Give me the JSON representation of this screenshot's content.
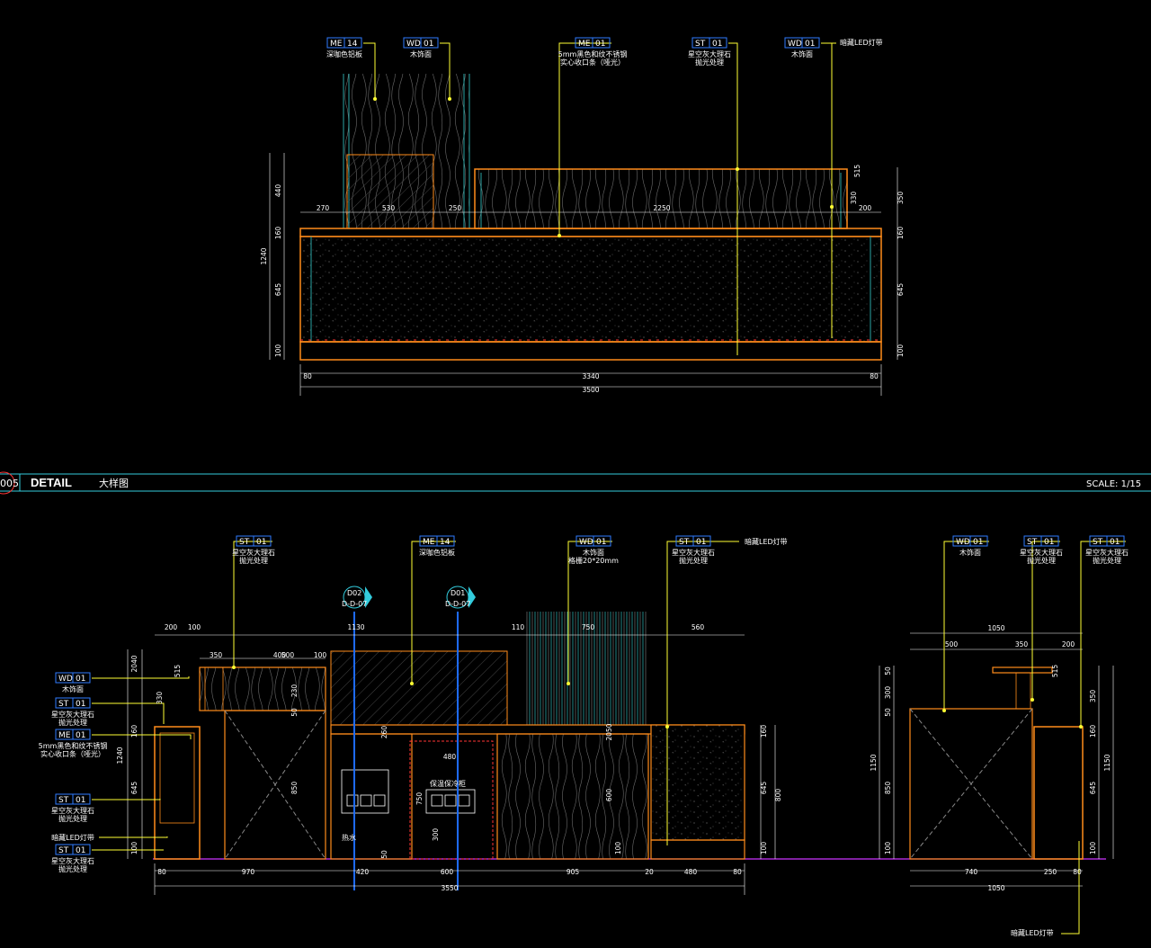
{
  "colors": {
    "background": "#000000",
    "outline": "#ff8c1a",
    "leader": "#ffff33",
    "dimension": "#ffffff",
    "tag_border": "#2f7bff",
    "section_marker": "#33ccdd",
    "floor": "#cc33ff"
  },
  "header": {
    "view_number": "005",
    "title": "DETAIL",
    "subtitle": "大样图",
    "scale": "SCALE: 1/15"
  },
  "top": {
    "callouts": [
      {
        "code": "ME",
        "num": "14",
        "text1": "深咖色铝板",
        "text2": ""
      },
      {
        "code": "WD",
        "num": "01",
        "text1": "木饰面",
        "text2": ""
      },
      {
        "code": "ME",
        "num": "01",
        "text1": "5mm黑色和纹不锈钢",
        "text2": "实心收口条（哑光）"
      },
      {
        "code": "ST",
        "num": "01",
        "text1": "星空灰大理石",
        "text2": "抛光处理"
      },
      {
        "code": "WD",
        "num": "01",
        "text1": "木饰面",
        "text2": ""
      }
    ],
    "led_label": "暗藏LED灯带",
    "dims_top": [
      "270",
      "530",
      "250",
      "2250",
      "200"
    ],
    "dims_left": [
      "440",
      "160",
      "645",
      "100",
      "1240"
    ],
    "dims_right": [
      "350",
      "160",
      "645",
      "100"
    ],
    "dims_small": [
      "330",
      "515"
    ],
    "dims_bottom": [
      "80",
      "3340",
      "80",
      "3500"
    ]
  },
  "bottom_left": {
    "callouts_top": [
      {
        "code": "ST",
        "num": "01",
        "text1": "星空灰大理石",
        "text2": "抛光处理"
      },
      {
        "code": "ME",
        "num": "14",
        "text1": "深咖色铝板",
        "text2": ""
      },
      {
        "code": "WD",
        "num": "01",
        "text1": "木饰面",
        "text2": "格栅20*20mm"
      },
      {
        "code": "ST",
        "num": "01",
        "text1": "星空灰大理石",
        "text2": "抛光处理"
      }
    ],
    "led_label": "暗藏LED灯带",
    "callouts_left": [
      {
        "code": "WD",
        "num": "01",
        "text1": "木饰面",
        "text2": ""
      },
      {
        "code": "ST",
        "num": "01",
        "text1": "星空灰大理石",
        "text2": "抛光处理"
      },
      {
        "code": "ME",
        "num": "01",
        "text1": "5mm黑色和纹不锈钢",
        "text2": "实心收口条（哑光）"
      },
      {
        "code": "ST",
        "num": "01",
        "text1": "星空灰大理石",
        "text2": "抛光处理"
      },
      {
        "code": "LED",
        "num": "",
        "text1": "暗藏LED灯带",
        "text2": ""
      },
      {
        "code": "ST",
        "num": "01",
        "text1": "星空灰大理石",
        "text2": "抛光处理"
      }
    ],
    "section_markers": [
      {
        "id": "D02",
        "ref": "D-D-07"
      },
      {
        "id": "D01",
        "ref": "D-D-07"
      }
    ],
    "dims_top": [
      "200",
      "100",
      "1130",
      "110",
      "750",
      "560"
    ],
    "dims_top2": [
      "350",
      "500",
      "400",
      "100"
    ],
    "dims_left": [
      "2040",
      "515",
      "330",
      "160",
      "645",
      "100",
      "1240"
    ],
    "dims_inner": [
      "230",
      "50",
      "850",
      "260",
      "750",
      "300",
      "50",
      "480",
      "2050",
      "600",
      "100",
      "160",
      "645",
      "800",
      "100"
    ],
    "dims_bottom": [
      "80",
      "970",
      "420",
      "600",
      "905",
      "20",
      "480",
      "80",
      "3550"
    ],
    "labels": {
      "hot": "热水",
      "warm": "保温保冷柜"
    }
  },
  "bottom_right": {
    "callouts": [
      {
        "code": "WD",
        "num": "01",
        "text1": "木饰面",
        "text2": ""
      },
      {
        "code": "ST",
        "num": "01",
        "text1": "星空灰大理石",
        "text2": "抛光处理"
      },
      {
        "code": "ST",
        "num": "01",
        "text1": "星空灰大理石",
        "text2": "抛光处理"
      }
    ],
    "led_label": "暗藏LED灯带",
    "dims_top": [
      "1050",
      "500",
      "350",
      "200"
    ],
    "dims_left": [
      "50",
      "300",
      "50",
      "850",
      "100",
      "1150"
    ],
    "dims_right": [
      "350",
      "160",
      "645",
      "100",
      "1150",
      "515"
    ],
    "dims_bottom": [
      "740",
      "250",
      "80",
      "1050"
    ]
  }
}
